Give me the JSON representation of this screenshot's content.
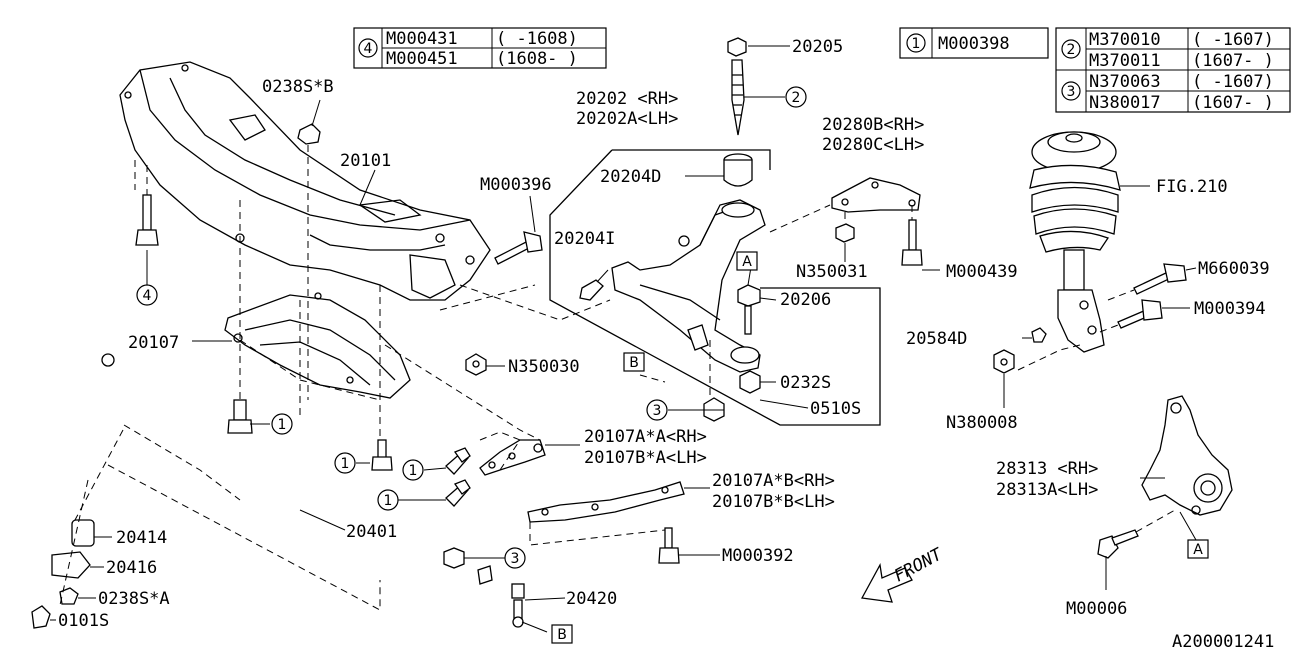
{
  "ref_tables": {
    "t4": {
      "ref": "4",
      "rows": [
        [
          "M000431",
          "( -1608)"
        ],
        [
          "M000451",
          "(1608- )"
        ]
      ]
    },
    "t1": {
      "ref": "1",
      "rows": [
        [
          "M000398"
        ]
      ]
    },
    "t23": [
      {
        "ref": "2",
        "rows": [
          [
            "M370010",
            "( -1607)"
          ],
          [
            "M370011",
            "(1607- )"
          ]
        ]
      },
      {
        "ref": "3",
        "rows": [
          [
            "N370063",
            "( -1607)"
          ],
          [
            "N380017",
            "(1607- )"
          ]
        ]
      }
    ]
  },
  "labels": {
    "l_0238S_B": "0238S*B",
    "l_20101": "20101",
    "l_M000396": "M000396",
    "l_20202_rh": "20202 <RH>",
    "l_20202A_lh": "20202A<LH>",
    "l_20205": "20205",
    "l_20204D": "20204D",
    "l_20204I": "20204I",
    "l_20206": "20206",
    "l_0232S": "0232S",
    "l_0510S": "0510S",
    "l_20280B": "20280B<RH>",
    "l_20280C": "20280C<LH>",
    "l_N350031": "N350031",
    "l_M000439": "M000439",
    "l_FIG210": "FIG.210",
    "l_M660039": "M660039",
    "l_M000394": "M000394",
    "l_20584D": "20584D",
    "l_N380008": "N380008",
    "l_20107": "20107",
    "l_N350030": "N350030",
    "l_20107A_A": "20107A*A<RH>",
    "l_20107B_A": "20107B*A<LH>",
    "l_20107A_B": "20107A*B<RH>",
    "l_20107B_B": "20107B*B<LH>",
    "l_M000392": "M000392",
    "l_20401": "20401",
    "l_20414": "20414",
    "l_20416": "20416",
    "l_0238S_A": "0238S*A",
    "l_0101S": "0101S",
    "l_20420": "20420",
    "l_28313_rh": "28313 <RH>",
    "l_28313A_lh": "28313A<LH>",
    "l_M00006": "M00006",
    "front": "FRONT",
    "diagram_id": "A200001241"
  },
  "callouts": {
    "c4": "4",
    "c1a": "1",
    "c1b": "1",
    "c1c": "1",
    "c1d": "1",
    "c2": "2",
    "c3a": "3",
    "c3b": "3",
    "boxA1": "A",
    "boxA2": "A",
    "boxB1": "B",
    "boxB2": "B"
  }
}
